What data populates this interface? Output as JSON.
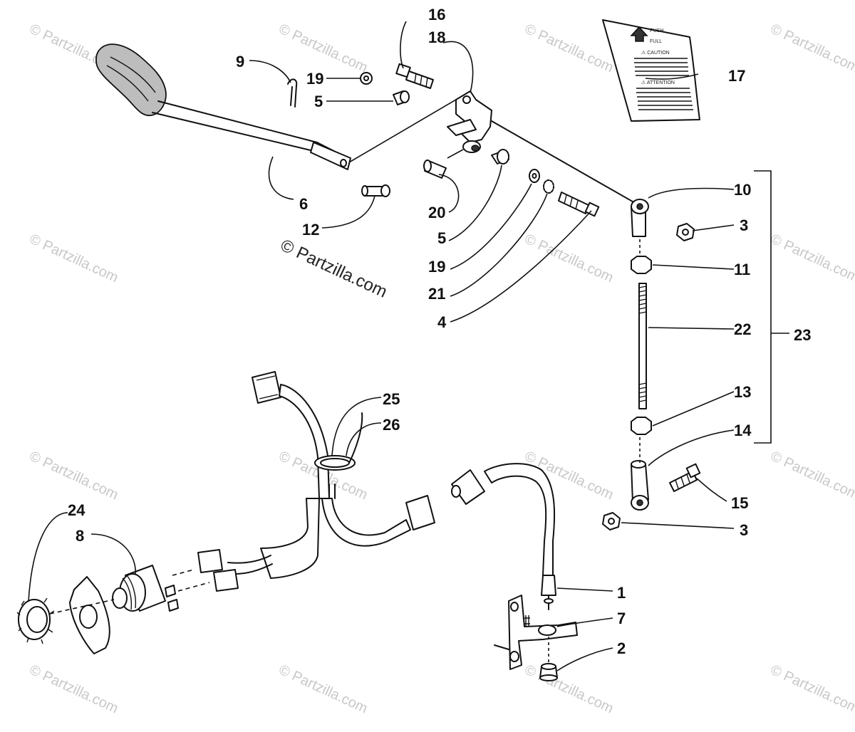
{
  "watermark": {
    "text": "© Partzilla.com",
    "copyright": "© Partzilla.com"
  },
  "decal": {
    "push_label": "PUSH",
    "full_label": "FULL",
    "caution_label": "⚠ CAUTION",
    "attention_label": "⚠ ATTENTION"
  },
  "callouts": {
    "c1": "1",
    "c2": "2",
    "c3a": "3",
    "c3b": "3",
    "c4": "4",
    "c5a": "5",
    "c5b": "5",
    "c6": "6",
    "c7": "7",
    "c8": "8",
    "c9": "9",
    "c10": "10",
    "c11": "11",
    "c12": "12",
    "c13": "13",
    "c14": "14",
    "c15": "15",
    "c16": "16",
    "c17": "17",
    "c18": "18",
    "c19a": "19",
    "c19b": "19",
    "c20": "20",
    "c21": "21",
    "c22": "22",
    "c23": "23",
    "c24": "24",
    "c25": "25",
    "c26": "26"
  }
}
